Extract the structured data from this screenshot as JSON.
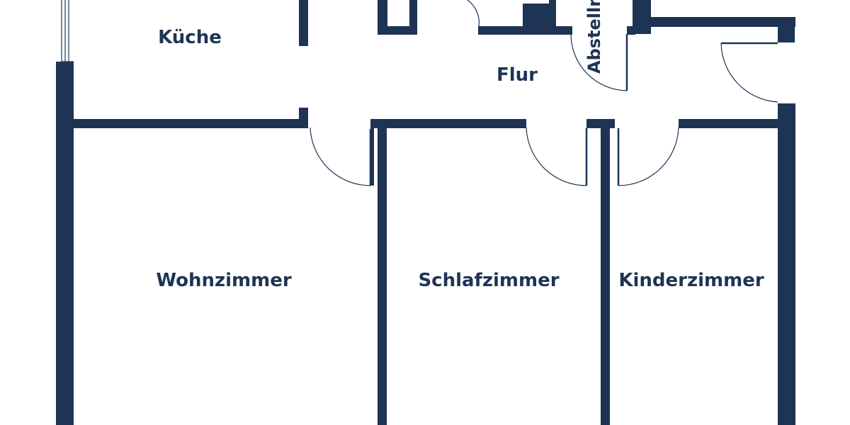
{
  "colors": {
    "wall": "#1e3454",
    "background": "#ffffff"
  },
  "rooms": {
    "kueche": "Küche",
    "flur": "Flur",
    "abstellraum": "Abstellr",
    "wohnzimmer": "Wohnzimmer",
    "schlafzimmer": "Schlafzimmer",
    "kinderzimmer": "Kinderzimmer"
  }
}
